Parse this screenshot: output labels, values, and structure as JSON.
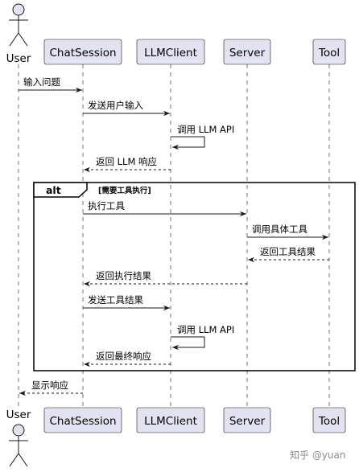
{
  "participants": [
    {
      "id": "user",
      "label": "User",
      "kind": "actor"
    },
    {
      "id": "chat",
      "label": "ChatSession",
      "kind": "participant"
    },
    {
      "id": "llm",
      "label": "LLMClient",
      "kind": "participant"
    },
    {
      "id": "server",
      "label": "Server",
      "kind": "participant"
    },
    {
      "id": "tool",
      "label": "Tool",
      "kind": "participant"
    }
  ],
  "messages": [
    {
      "from": "user",
      "to": "chat",
      "label": "输入问题",
      "style": "solid"
    },
    {
      "from": "chat",
      "to": "llm",
      "label": "发送用户输入",
      "style": "solid"
    },
    {
      "from": "llm",
      "to": "llm",
      "label": "调用 LLM API",
      "style": "self"
    },
    {
      "from": "llm",
      "to": "chat",
      "label": "返回 LLM 响应",
      "style": "dashed"
    },
    {
      "from": "chat",
      "to": "server",
      "label": "执行工具",
      "style": "solid"
    },
    {
      "from": "server",
      "to": "tool",
      "label": "调用具体工具",
      "style": "solid"
    },
    {
      "from": "tool",
      "to": "server",
      "label": "返回工具结果",
      "style": "dashed"
    },
    {
      "from": "server",
      "to": "chat",
      "label": "返回执行结果",
      "style": "dashed"
    },
    {
      "from": "chat",
      "to": "llm",
      "label": "发送工具结果",
      "style": "solid"
    },
    {
      "from": "llm",
      "to": "llm",
      "label": "调用 LLM API",
      "style": "self"
    },
    {
      "from": "llm",
      "to": "chat",
      "label": "返回最终响应",
      "style": "dashed"
    },
    {
      "from": "chat",
      "to": "user",
      "label": "显示响应",
      "style": "dashed"
    }
  ],
  "fragment": {
    "keyword": "alt",
    "guard": "[需要工具执行]"
  },
  "watermark": "知乎 @yuan",
  "colors": {
    "participant_fill": "#e2e2f0",
    "line": "#181818"
  }
}
